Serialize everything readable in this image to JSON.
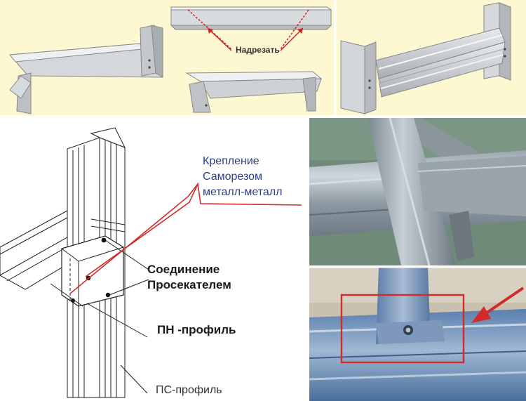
{
  "labels": {
    "cut": "Надрезать",
    "fix_line1": "Крепление",
    "fix_line2": "Саморезом",
    "fix_line3": "металл-металл",
    "join_line1": "Соединение",
    "join_line2": "Просекателем",
    "pn_profile": "ПН -профиль",
    "ps_profile": "ПС-профиль"
  },
  "colors": {
    "panel_bg": "#fdf8d2",
    "guide_red": "#d02020",
    "label_blue": "#2a3f8f",
    "marker_red": "#d42a2a"
  }
}
